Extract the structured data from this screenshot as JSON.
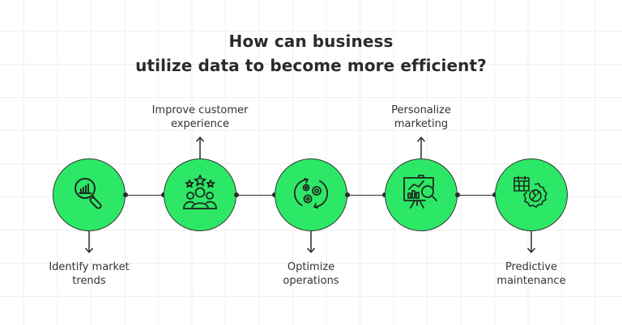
{
  "title": {
    "line1": "How can business",
    "line2": "utilize data to become more efficient?"
  },
  "colors": {
    "node_fill": "#2de866",
    "line": "#2b2b2b",
    "text": "#2b2b2b",
    "grid": "#efefef"
  },
  "steps": [
    {
      "label_line1": "Identify market",
      "label_line2": "trends",
      "icon": "magnifier-chart-icon",
      "label_position": "below"
    },
    {
      "label_line1": "Improve customer",
      "label_line2": "experience",
      "icon": "customers-stars-icon",
      "label_position": "above"
    },
    {
      "label_line1": "Optimize",
      "label_line2": "operations",
      "icon": "gears-cycle-icon",
      "label_position": "below"
    },
    {
      "label_line1": "Personalize",
      "label_line2": "marketing",
      "icon": "presentation-analytics-icon",
      "label_position": "above"
    },
    {
      "label_line1": "Predictive",
      "label_line2": "maintenance",
      "icon": "calendar-wrench-gear-icon",
      "label_position": "below"
    }
  ]
}
